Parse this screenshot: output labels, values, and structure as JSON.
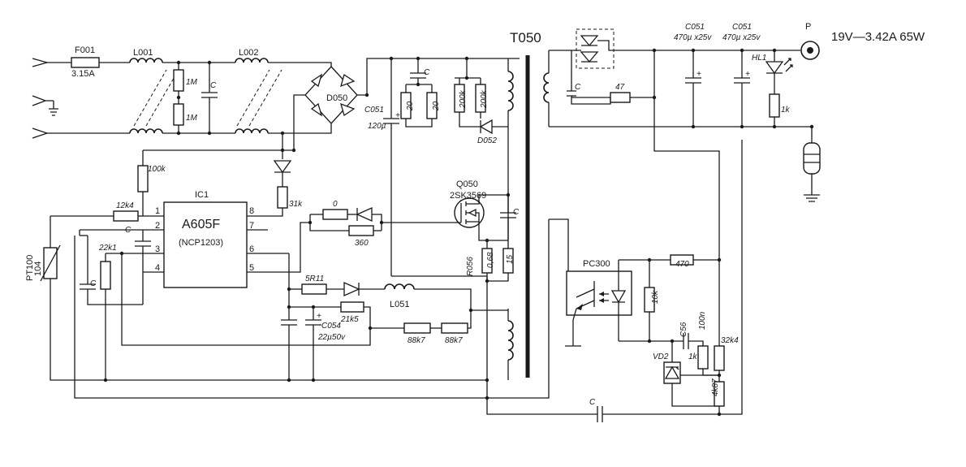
{
  "output_rating": "19V—3.42A 65W",
  "output_connector": "P",
  "transformer": "T050",
  "ic": {
    "ref": "IC1",
    "part": "A605F",
    "equiv": "(NCP1203)",
    "pins": [
      "1",
      "2",
      "3",
      "4",
      "5",
      "6",
      "7",
      "8"
    ]
  },
  "fuse": {
    "ref": "F001",
    "value": "3.15A"
  },
  "chokes": [
    "L001",
    "L002",
    "L051"
  ],
  "bridge": "D050",
  "mosfet": {
    "ref": "Q050",
    "part": "2SK3569"
  },
  "optocoupler": "PC300",
  "thermistor": {
    "ref": "PT100",
    "value": "104"
  },
  "labels": {
    "cap": "C",
    "r_1m": "1M",
    "c051": "C051",
    "c051_val": "120µ",
    "r_20": "20",
    "r_200k": "200k",
    "d052": "D052",
    "r_100k": "100k",
    "r_31k": "31k",
    "r_12k4": "12k4",
    "r_22k1": "22k1",
    "r_0": "0",
    "r_360": "360",
    "r056": "R056",
    "r056_val": "0,68",
    "r_15": "15",
    "r_5r11": "5R11",
    "r_21k5": "21k5",
    "c054": "C054",
    "c054_val": "22µ50v",
    "r_88k7": "88k7",
    "r_47": "47",
    "c_out": "C051",
    "c_out_val": "470µ x25v",
    "hl1": "HL1",
    "r_1k": "1k",
    "r_470": "470",
    "r_10k": "10k",
    "c56": "C56",
    "c56_val": "100n",
    "r_32k4": "32k4",
    "vd2": "VD2",
    "r_4k87": "4k87",
    "plus": "+"
  }
}
